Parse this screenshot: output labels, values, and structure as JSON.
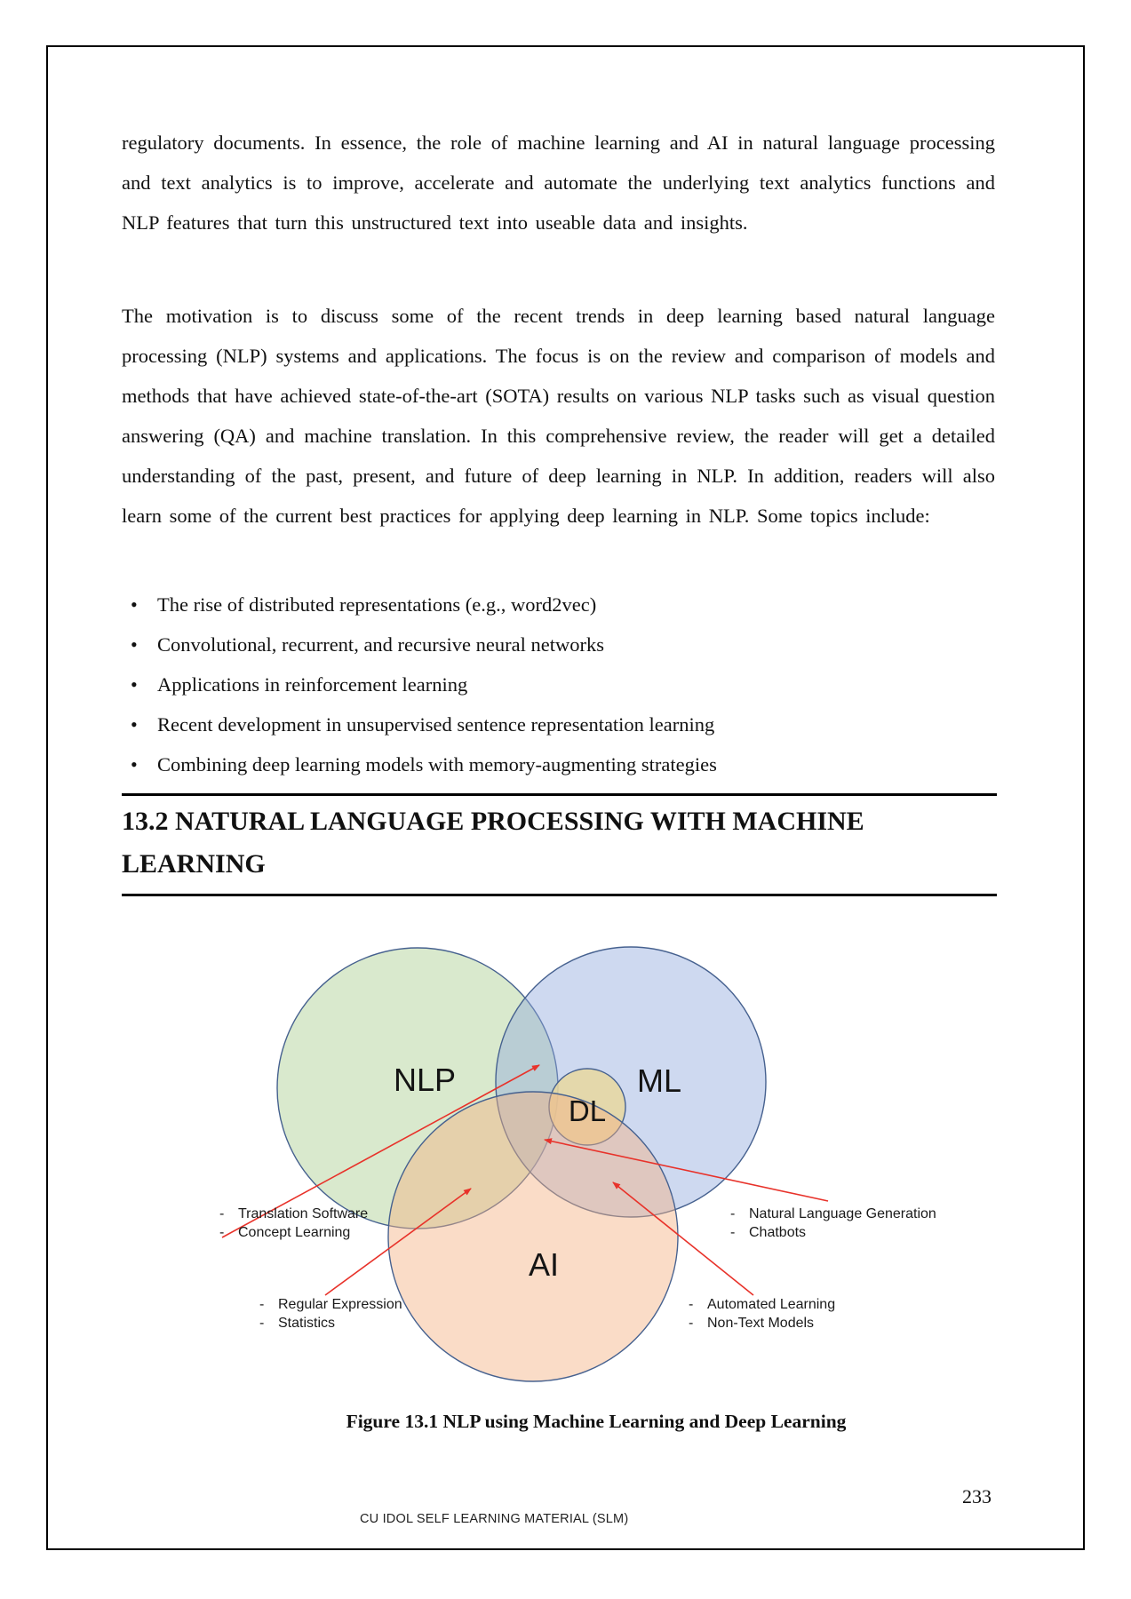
{
  "body": {
    "paragraph_1": "regulatory documents. In essence, the role of machine learning and AI in natural language processing and text analytics is to improve, accelerate and automate the underlying text analytics functions and NLP features that turn this unstructured text into useable data and insights.",
    "paragraph_2": "The motivation is to discuss some of the recent trends in deep learning based natural language processing (NLP) systems and applications. The focus is on the review and comparison of models and methods that have achieved state-of-the-art (SOTA) results on various NLP tasks such as visual question answering (QA) and machine translation. In this comprehensive review, the reader will get a detailed understanding of the past, present, and future of deep learning in NLP. In addition, readers will also learn some of the current best practices for applying deep learning in NLP. Some topics include:",
    "bullets": [
      "The rise of distributed representations (e.g., word2vec)",
      "Convolutional, recurrent, and recursive neural networks",
      "Applications in reinforcement learning",
      "Recent development in unsupervised sentence representation learning",
      "Combining deep learning models with memory-augmenting strategies"
    ]
  },
  "section": {
    "heading": "13.2 NATURAL LANGUAGE PROCESSING WITH MACHINE LEARNING"
  },
  "figure": {
    "caption": "Figure 13.1 NLP using Machine Learning and Deep Learning",
    "venn": {
      "dash": "-",
      "stroke_color": "#46618f",
      "arrow_color": "#e8322a",
      "circles": [
        {
          "label": "NLP",
          "fill": "#a9ce8e"
        },
        {
          "label": "ML",
          "fill": "#8fa9dc"
        },
        {
          "label": "DL",
          "fill": "#e8d79f"
        },
        {
          "label": "AI",
          "fill": "#f4b183"
        }
      ],
      "annotations": [
        {
          "position": "left-top",
          "lines": [
            "Translation Software",
            "Concept Learning"
          ]
        },
        {
          "position": "right-top",
          "lines": [
            "Natural Language Generation",
            "Chatbots"
          ]
        },
        {
          "position": "left-bottom",
          "lines": [
            "Regular Expression",
            "Statistics"
          ]
        },
        {
          "position": "right-bottom",
          "lines": [
            "Automated Learning",
            "Non-Text Models"
          ]
        }
      ]
    }
  },
  "footer": {
    "page_number": "233",
    "text": "CU IDOL SELF LEARNING MATERIAL (SLM)"
  }
}
